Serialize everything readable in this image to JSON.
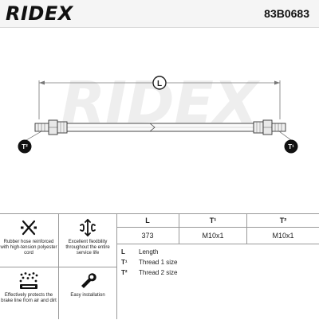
{
  "header": {
    "brand": "RIDEX",
    "part_number": "83B0683"
  },
  "drawing": {
    "watermark": "RIDEX",
    "length_marker": "L",
    "left_marker": "T²",
    "right_marker": "T¹"
  },
  "features": [
    {
      "icon": "rubber-hose-icon",
      "label": "Rubber hose reinforced with high-tension polyester cord"
    },
    {
      "icon": "flexibility-icon",
      "label": "Excellent flexibility throughout the entire service life"
    },
    {
      "icon": "protection-icon",
      "label": "Effectively protects the brake line from air and dirt"
    },
    {
      "icon": "wrench-icon",
      "label": "Easy installation"
    }
  ],
  "spec_table": {
    "headers": [
      "L",
      "T¹",
      "T²"
    ],
    "values": [
      "373",
      "M10x1",
      "M10x1"
    ]
  },
  "legend": [
    {
      "key": "L",
      "label": "Length"
    },
    {
      "key": "T¹",
      "label": "Thread 1 size"
    },
    {
      "key": "T²",
      "label": "Thread 2 size"
    }
  ]
}
